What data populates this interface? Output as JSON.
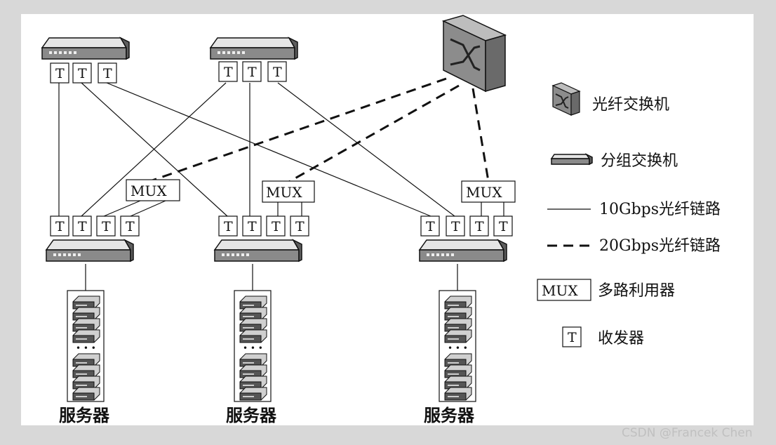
{
  "transceiver_label": "T",
  "mux_label": "MUX",
  "server_label": "服务器",
  "dots": "• • •",
  "legend": {
    "optical_switch": "光纤交换机",
    "packet_switch": "分组交换机",
    "link_10g": "10Gbps光纤链路",
    "link_20g": "20Gbps光纤链路",
    "mux": "多路利用器",
    "mux_box": "MUX",
    "transceiver": "收发器",
    "transceiver_box": "T"
  },
  "watermark": "CSDN @Francek Chen",
  "colors": {
    "frame": "#d8d8d8",
    "line": "#111111",
    "switch_front": "#8a8a8a",
    "switch_top": "#e6e6e6"
  }
}
